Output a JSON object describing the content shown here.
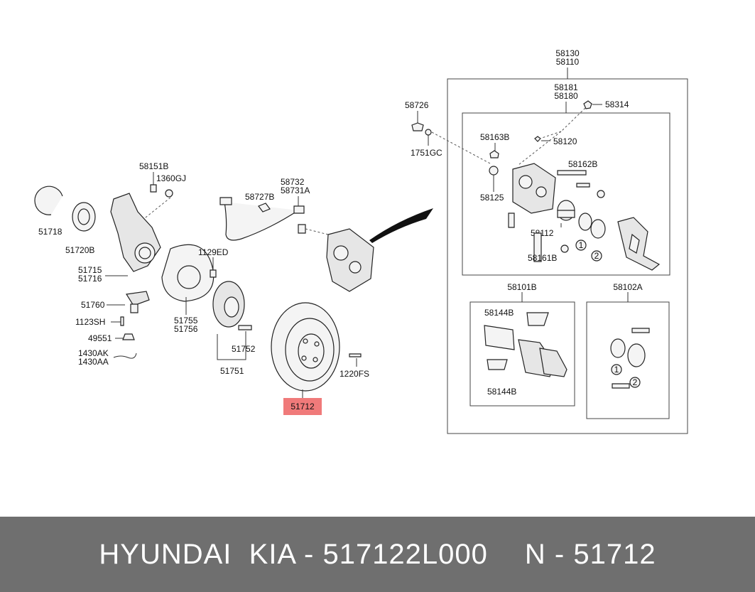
{
  "diagram": {
    "labels": {
      "p58130": "58130",
      "p58110": "58110",
      "p58181": "58181",
      "p58180": "58180",
      "p58726": "58726",
      "p58314": "58314",
      "p58163B": "58163B",
      "p58120": "58120",
      "p1751GC": "1751GC",
      "p58151B": "58151B",
      "p1360GJ": "1360GJ",
      "p58732": "58732",
      "p58731A": "58731A",
      "p58162B": "58162B",
      "p58727B": "58727B",
      "p58125": "58125",
      "p51718": "51718",
      "p1129ED": "1129ED",
      "p58112": "58112",
      "p51720B": "51720B",
      "p58161B": "58161B",
      "p51715": "51715",
      "p51716": "51716",
      "p58101B": "58101B",
      "p58102A": "58102A",
      "p51760": "51760",
      "p58144B_top": "58144B",
      "p51755": "51755",
      "p51756": "51756",
      "p1123SH": "1123SH",
      "p49551": "49551",
      "p51752": "51752",
      "p1430AK": "1430AK",
      "p1430AA": "1430AA",
      "p1220FS": "1220FS",
      "p51751": "51751",
      "p58144B_bottom": "58144B",
      "p51712": "51712",
      "c1a": "1",
      "c2a": "2",
      "c1b": "1",
      "c2b": "2"
    }
  },
  "footer": {
    "brand": "HYUNDAI  KIA - 517122L000",
    "ref": "N - 51712"
  }
}
